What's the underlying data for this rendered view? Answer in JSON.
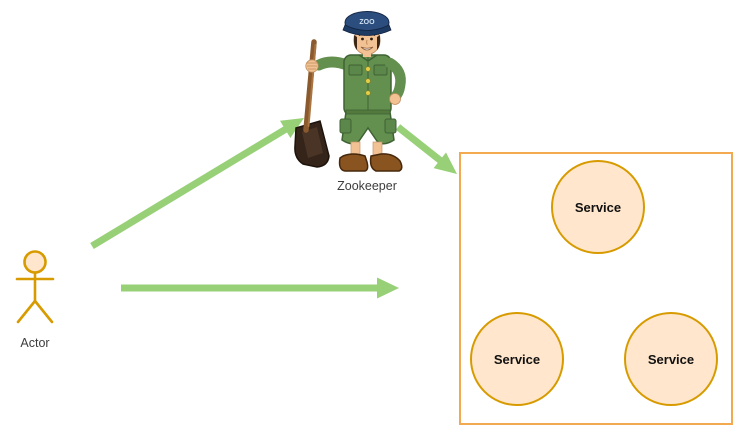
{
  "actor": {
    "label": "Actor"
  },
  "zookeeper": {
    "label": "Zookeeper",
    "cap_text": "ZOO"
  },
  "services_box": {
    "services": [
      {
        "label": "Service"
      },
      {
        "label": "Service"
      },
      {
        "label": "Service"
      }
    ]
  },
  "colors": {
    "arrow_green": "#97D077",
    "node_stroke": "#D79B00",
    "node_fill": "#FFE6CC",
    "box_stroke": "#F2A950",
    "label_text": "#3D3D3D",
    "service_text": "#111111"
  }
}
